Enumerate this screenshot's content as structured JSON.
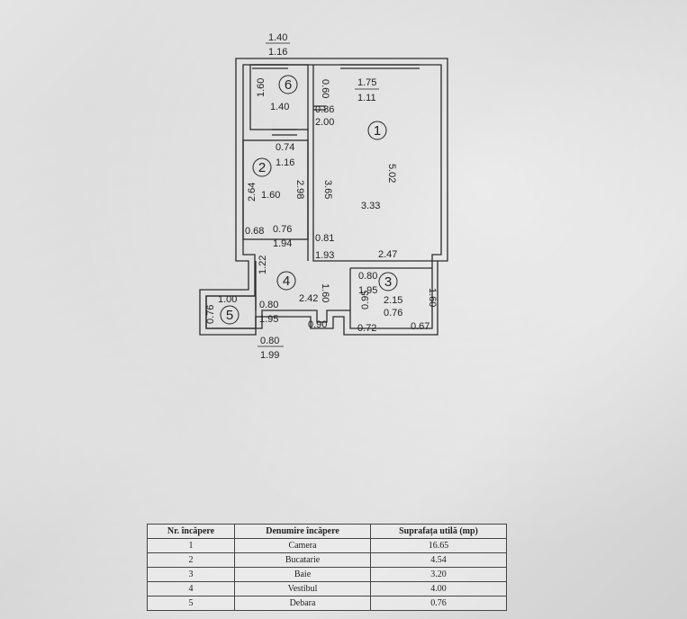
{
  "plan": {
    "rooms": [
      {
        "id": "1",
        "dims": {
          "top1": "1.75",
          "top2": "1.11",
          "height": "5.02",
          "width": "3.33",
          "bottom": "2.47"
        }
      },
      {
        "id": "2",
        "dims": {
          "w1": "0.74",
          "w2": "1.16",
          "h1": "2.64",
          "w3": "1.60",
          "h2": "2.98"
        }
      },
      {
        "id": "3",
        "dims": {
          "d1": "0.80",
          "d2": "1.95",
          "d3": "2.15",
          "d4": "0.76",
          "d5": "1.60",
          "d6": "0.95",
          "d7": "0.72",
          "d8": "0.67"
        }
      },
      {
        "id": "4",
        "dims": {
          "h1": "1.22",
          "w1": "2.42",
          "h2": "1.60",
          "d1": "0.80",
          "d2": "1.95",
          "d3": "0.90"
        }
      },
      {
        "id": "5",
        "dims": {
          "w1": "1.00",
          "h1": "0.76"
        }
      },
      {
        "id": "6",
        "dims": {
          "h1": "1.60",
          "w1": "1.40",
          "d1": "0.60",
          "d2": "0.86",
          "d3": "2.00"
        }
      }
    ],
    "top_dims": {
      "a": "1.40",
      "b": "1.16"
    },
    "misc_dims": {
      "m1": "3.65",
      "m2": "0.68",
      "m3": "0.76",
      "m4": "1.94",
      "m5": "0.81",
      "m6": "1.93",
      "m7": "0.80",
      "m8": "1.99"
    }
  },
  "table": {
    "headers": [
      "Nr. încăpere",
      "Denumire încăpere",
      "Suprafața utilă (mp)"
    ],
    "rows": [
      [
        "1",
        "Camera",
        "16.65"
      ],
      [
        "2",
        "Bucatarie",
        "4.54"
      ],
      [
        "3",
        "Baie",
        "3.20"
      ],
      [
        "4",
        "Vestibul",
        "4.00"
      ],
      [
        "5",
        "Debara",
        "0.76"
      ]
    ]
  }
}
